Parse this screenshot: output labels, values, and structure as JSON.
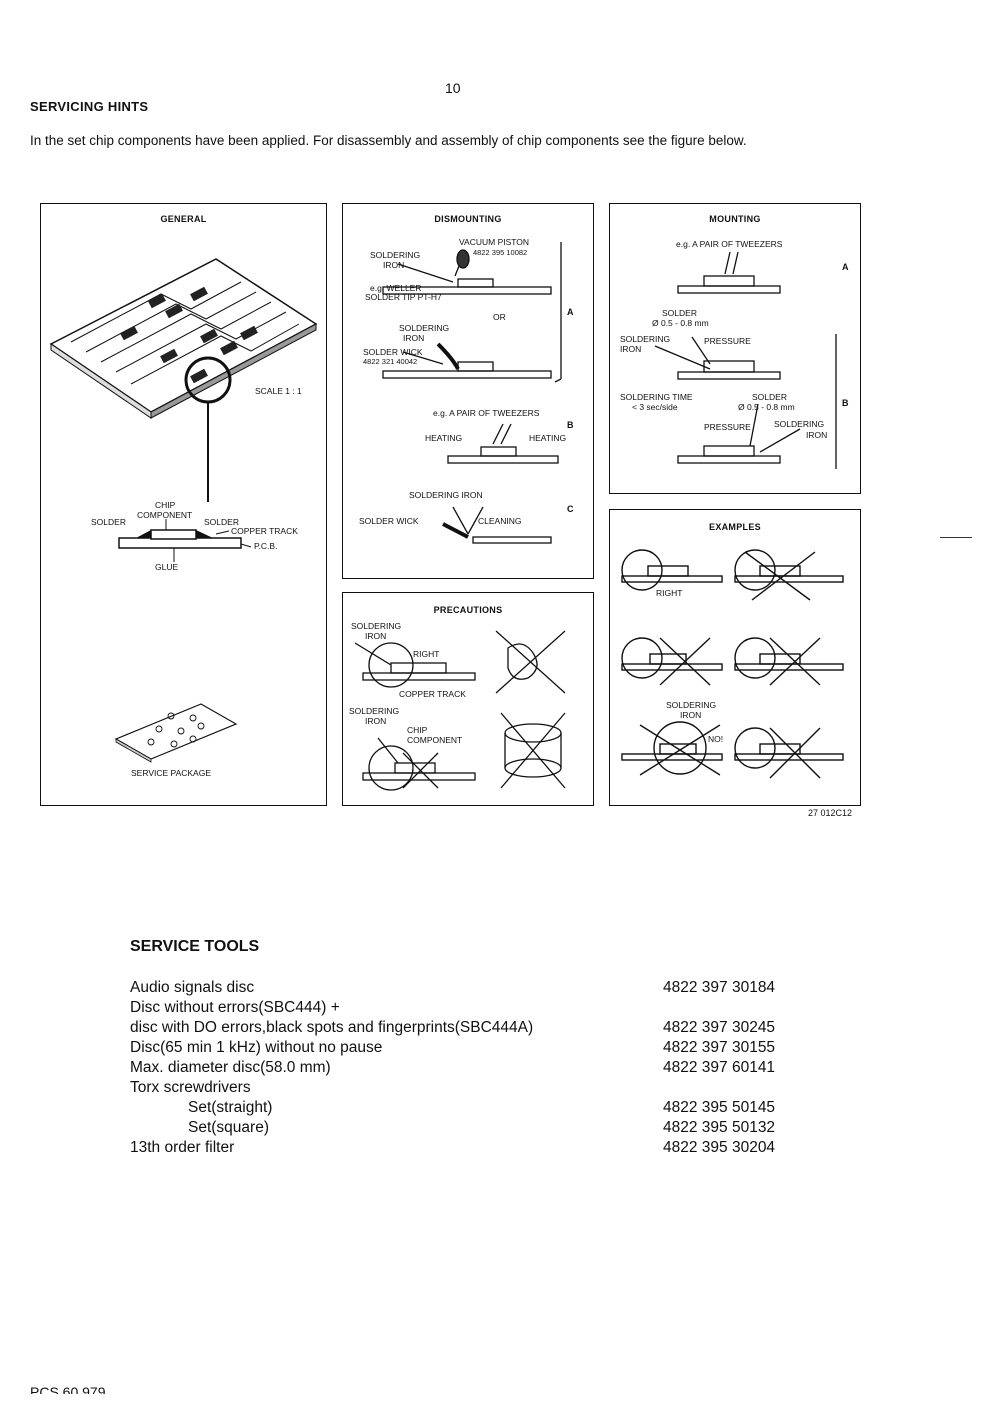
{
  "page_number": "10",
  "heading": "SERVICING HINTS",
  "intro": "In the set chip components have been applied. For disassembly and assembly of chip components see the figure below.",
  "figure": {
    "code": "27 012C12",
    "general": {
      "title": "GENERAL",
      "scale": "SCALE 1 : 1",
      "chip_label_1": "CHIP",
      "chip_label_2": "COMPONENT",
      "solder_left": "SOLDER",
      "solder_right": "SOLDER",
      "copper_track": "COPPER TRACK",
      "pcb": "P.C.B.",
      "glue": "GLUE",
      "service_package": "SERVICE PACKAGE"
    },
    "dismounting": {
      "title": "DISMOUNTING",
      "vacuum_piston": "VACUUM PISTON",
      "vacuum_code": "4822 395 10082",
      "soldering": "SOLDERING",
      "iron": "IRON",
      "weller": "e.g. WELLER",
      "solder_tip": "SOLDER TIP PT-H7",
      "or": "OR",
      "soldering2": "SOLDERING",
      "iron2": "IRON",
      "solder_wick": "SOLDER WICK",
      "wick_code": "4822 321 40042",
      "label_a": "A",
      "tweezers": "e.g. A PAIR OF TWEEZERS",
      "label_b": "B",
      "heating_left": "HEATING",
      "heating_right": "HEATING",
      "soldering_iron": "SOLDERING IRON",
      "label_c": "C",
      "solder_wick2": "SOLDER WICK",
      "cleaning": "CLEANING"
    },
    "mounting": {
      "title": "MOUNTING",
      "tweezers": "e.g. A PAIR OF TWEEZERS",
      "label_a": "A",
      "solder": "SOLDER",
      "solder_dia": "Ø 0.5 - 0.8 mm",
      "soldering": "SOLDERING",
      "iron": "IRON",
      "pressure": "PRESSURE",
      "soldering_time": "SOLDERING TIME",
      "time_value": "< 3 sec/side",
      "solder2": "SOLDER",
      "solder_dia2": "Ø 0.5 - 0.8 mm",
      "label_b": "B",
      "pressure2": "PRESSURE",
      "soldering2": "SOLDERING",
      "iron2": "IRON"
    },
    "precautions": {
      "title": "PRECAUTIONS",
      "soldering": "SOLDERING",
      "iron": "IRON",
      "right": "RIGHT",
      "copper_track": "COPPER TRACK",
      "soldering2": "SOLDERING",
      "iron2": "IRON",
      "chip": "CHIP",
      "component": "COMPONENT"
    },
    "examples": {
      "title": "EXAMPLES",
      "right": "RIGHT",
      "soldering": "SOLDERING",
      "iron": "IRON",
      "no": "NO!"
    }
  },
  "service_tools": {
    "heading": "SERVICE TOOLS",
    "rows": [
      {
        "name": "Audio signals disc",
        "code": "4822 397 30184"
      },
      {
        "name": "Disc without errors(SBC444) +",
        "code": ""
      },
      {
        "name": "disc with DO errors,black spots and fingerprints(SBC444A)",
        "code": "4822 397 30245"
      },
      {
        "name": "Disc(65 min 1 kHz) without no pause",
        "code": "4822 397 30155"
      },
      {
        "name": "Max. diameter disc(58.0 mm)",
        "code": "4822 397 60141"
      },
      {
        "name": "Torx screwdrivers",
        "code": ""
      },
      {
        "name": "Set(straight)",
        "code": "4822 395 50145"
      },
      {
        "name": "Set(square)",
        "code": "4822 395 50132"
      },
      {
        "name": "13th order filter",
        "code": "4822 395 30204"
      }
    ]
  },
  "footer": "PCS 60 979"
}
